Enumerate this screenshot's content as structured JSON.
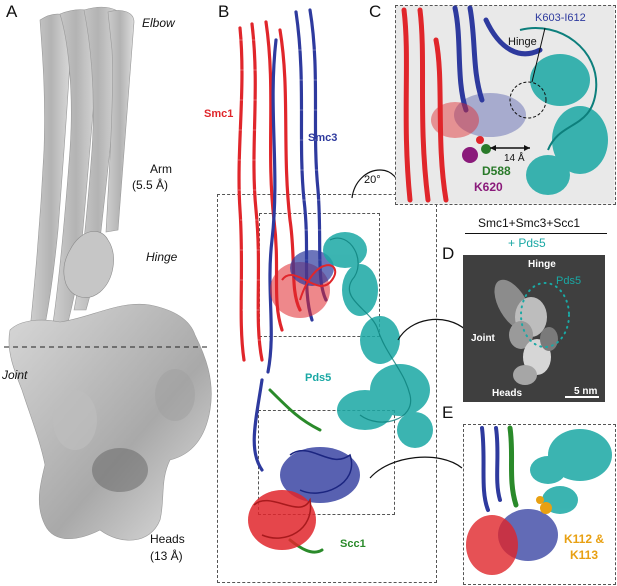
{
  "panels": {
    "A": {
      "letter": "A",
      "elbow": "Elbow",
      "arm": "Arm",
      "arm_res": "(5.5 Å)",
      "hinge": "Hinge",
      "joint": "Joint",
      "heads": "Heads",
      "heads_res": "(13 Å)"
    },
    "B": {
      "letter": "B",
      "smc1": "Smc1",
      "smc3": "Smc3",
      "pds5": "Pds5",
      "scc1": "Scc1",
      "rotation": "20°"
    },
    "C": {
      "letter": "C",
      "residues": "K603-I612",
      "hinge": "Hinge",
      "distance": "14 Å",
      "d588": "D588",
      "k620": "K620"
    },
    "D": {
      "letter": "D",
      "complex": "Smc1+Smc3+Scc1",
      "plus": "+ Pds5",
      "hinge": "Hinge",
      "pds5": "Pds5",
      "joint": "Joint",
      "heads": "Heads",
      "scale": "5 nm"
    },
    "E": {
      "letter": "E",
      "k112": "K112 &",
      "k113": "K113"
    }
  },
  "colors": {
    "smc1": "#e0262b",
    "smc3": "#2e3a9e",
    "pds5": "#1aa8a4",
    "scc1": "#2a8a2a",
    "k620": "#8a1a7a",
    "d588": "#2a7a2a",
    "lysine": "#e8a012"
  }
}
